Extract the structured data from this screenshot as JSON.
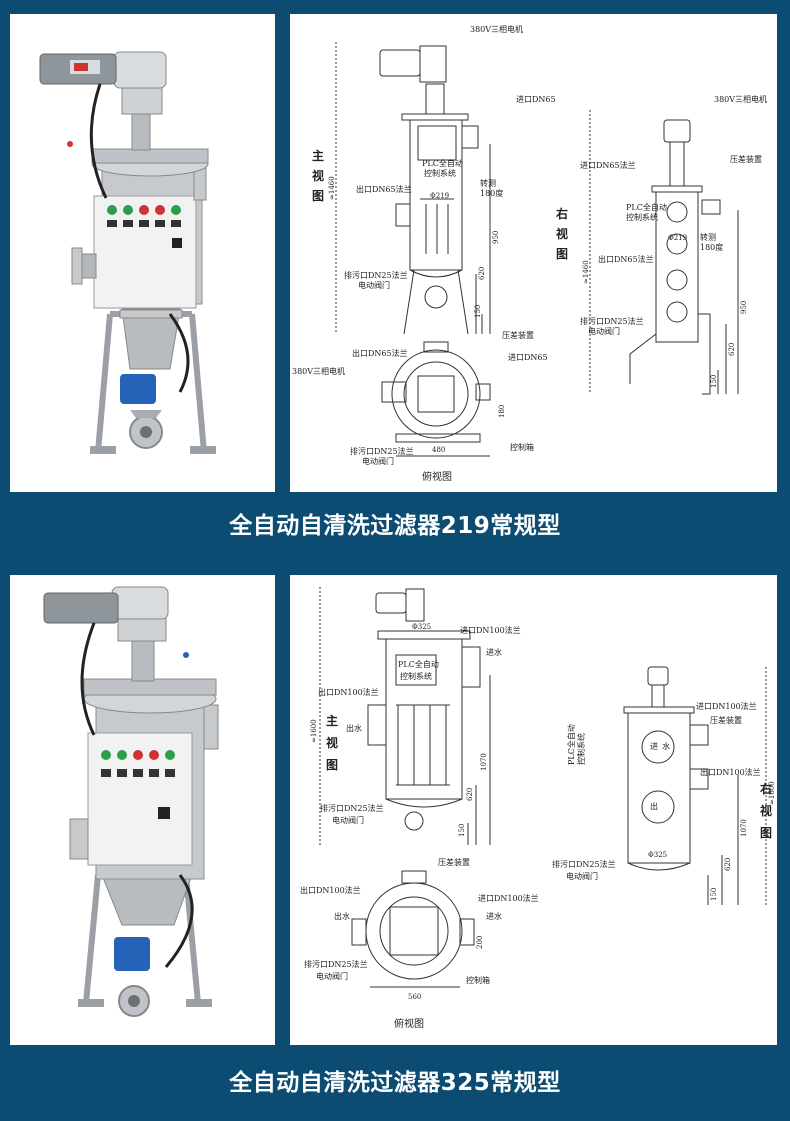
{
  "section1": {
    "caption": "全自动自清洗过滤器219常规型",
    "front_view": {
      "title_chars": [
        "主",
        "视",
        "图"
      ],
      "motor": "380V三相电机",
      "inlet": "进口DN65",
      "outlet": "出口DN65法兰",
      "plc": [
        "PLC全自动",
        "控制系统"
      ],
      "rotation": [
        "转测",
        "180度"
      ],
      "diameter": "Φ219",
      "drain": [
        "排污口DN25法兰",
        "电动阀门"
      ],
      "total_height": "≈1460",
      "dims": [
        "950",
        "620",
        "150"
      ]
    },
    "side_view": {
      "title_chars": [
        "右",
        "视",
        "图"
      ],
      "motor": "380V三相电机",
      "inlet": "进口DN65法兰",
      "pressure": "压差装置",
      "plc": [
        "PLC全自动",
        "控制系统"
      ],
      "rotation": [
        "转测",
        "180度"
      ],
      "diameter": "Φ219",
      "outlet": "出口DN65法兰",
      "drain": [
        "排污口DN25法兰",
        "电动阀门"
      ],
      "total_height": "≈1460",
      "dims": [
        "950",
        "620",
        "150"
      ]
    },
    "top_view": {
      "title": "俯视图",
      "outlet": "出口DN65法兰",
      "pressure": "压差装置",
      "motor": "380V三相电机",
      "inlet": "进口DN65",
      "drain": [
        "排污口DN25法兰",
        "电动阀门"
      ],
      "control_box": "控制箱",
      "width": "480",
      "depth": "180"
    }
  },
  "section2": {
    "caption": "全自动自清洗过滤器325常规型",
    "front_view": {
      "title_chars": [
        "主",
        "视",
        "图"
      ],
      "inlet": "进口DN100法兰",
      "water_in": "进水",
      "outlet": "出口DN100法兰",
      "water_out": "出水",
      "plc": [
        "PLC全自动",
        "控制系统"
      ],
      "diameter": "Φ325",
      "drain": [
        "排污口DN25法兰",
        "电动阀门"
      ],
      "total_height": "≈1600",
      "dims": [
        "1070",
        "620",
        "150"
      ]
    },
    "side_view": {
      "title_chars": [
        "右",
        "视",
        "图"
      ],
      "inlet": "进口DN100法兰",
      "pressure": "压差装置",
      "plc": [
        "PLC全自动",
        "控制系统"
      ],
      "water_in": "进",
      "water": "水",
      "outlet": "出口DN100法兰",
      "water_out": "出",
      "diameter": "Φ325",
      "drain": [
        "排污口DN25法兰",
        "电动阀门"
      ],
      "total_height": "≈1600",
      "dims": [
        "1070",
        "620",
        "150"
      ]
    },
    "top_view": {
      "title": "俯视图",
      "pressure": "压差装置",
      "outlet": "出口DN100法兰",
      "water_out": "出水",
      "inlet": "进口DN100法兰",
      "water_in": "进水",
      "drain": [
        "排污口DN25法兰",
        "电动阀门"
      ],
      "control_box": "控制箱",
      "width": "560",
      "depth": "200"
    }
  }
}
